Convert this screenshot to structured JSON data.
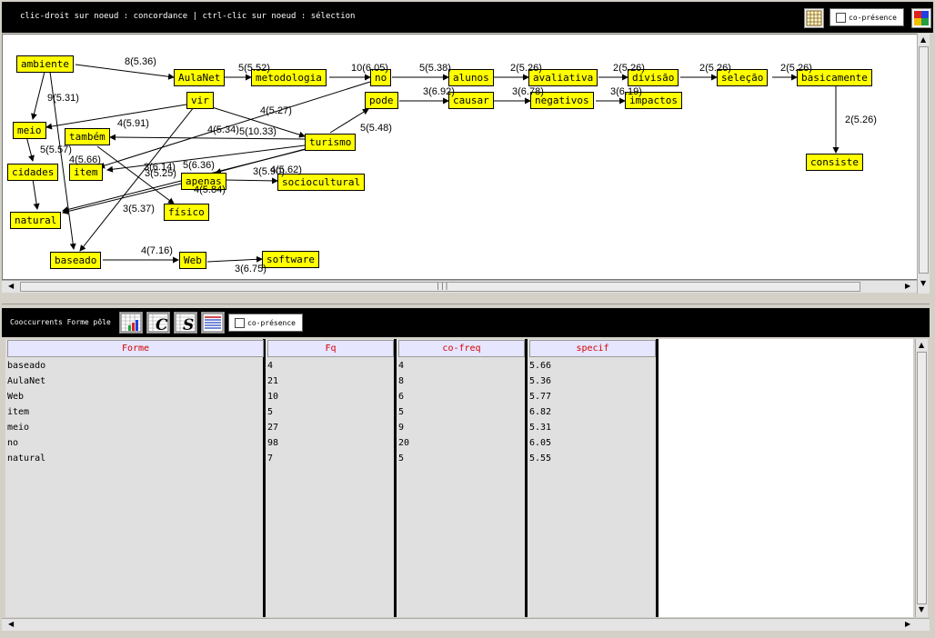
{
  "toolbar": {
    "hint": "clic-droit sur noeud : concordance | ctrl-clic sur noeud : sélection",
    "copresence_label": "co-présence"
  },
  "graph": {
    "nodes": [
      {
        "id": "ambiente",
        "label": "ambiente"
      },
      {
        "id": "AulaNet",
        "label": "AulaNet"
      },
      {
        "id": "metodologia",
        "label": "metodologia"
      },
      {
        "id": "no",
        "label": "no"
      },
      {
        "id": "alunos",
        "label": "alunos"
      },
      {
        "id": "avaliativa",
        "label": "avaliativa"
      },
      {
        "id": "divisao",
        "label": "divisão"
      },
      {
        "id": "selecao",
        "label": "seleção"
      },
      {
        "id": "basicamente",
        "label": "basicamente"
      },
      {
        "id": "vir",
        "label": "vir"
      },
      {
        "id": "pode",
        "label": "pode"
      },
      {
        "id": "causar",
        "label": "causar"
      },
      {
        "id": "negativos",
        "label": "negativos"
      },
      {
        "id": "impactos",
        "label": "impactos"
      },
      {
        "id": "meio",
        "label": "meio"
      },
      {
        "id": "tambem",
        "label": "também"
      },
      {
        "id": "turismo",
        "label": "turismo"
      },
      {
        "id": "cidades",
        "label": "cidades"
      },
      {
        "id": "item",
        "label": "item"
      },
      {
        "id": "apenas",
        "label": "apenas"
      },
      {
        "id": "sociocultural",
        "label": "sociocultural"
      },
      {
        "id": "fisico",
        "label": "físico"
      },
      {
        "id": "natural",
        "label": "natural"
      },
      {
        "id": "consiste",
        "label": "consiste"
      },
      {
        "id": "baseado",
        "label": "baseado"
      },
      {
        "id": "Web",
        "label": "Web"
      },
      {
        "id": "software",
        "label": "software"
      }
    ],
    "edge_labels": [
      "8(5.36)",
      "5(5.52)",
      "10(6.05)",
      "5(5.38)",
      "2(5.26)",
      "2(5.26)",
      "2(5.26)",
      "2(5.26)",
      "9(5.31)",
      "3(6.92)",
      "3(6.78)",
      "3(6.19)",
      "4(5.27)",
      "4(5.91)",
      "5(5.48)",
      "4(5.34)",
      "5(10.33)",
      "2(5.26)",
      "5(5.57)",
      "3(6.14)",
      "3(5.25)",
      "4(5.66)",
      "5(6.36)",
      "3(5.90)",
      "4(5.62)",
      "4(5.84)",
      "3(5.37)",
      "4(7.16)",
      "3(6.75)"
    ]
  },
  "cooccurrents": {
    "title": "Cooccurrents Forme pôle",
    "copresence_label": "co-présence",
    "columns": [
      "Forme",
      "Fq",
      "co-freq",
      "specif"
    ],
    "rows": [
      [
        "baseado",
        "4",
        "4",
        "5.66"
      ],
      [
        "AulaNet",
        "21",
        "8",
        "5.36"
      ],
      [
        "Web",
        "10",
        "6",
        "5.77"
      ],
      [
        "item",
        "5",
        "5",
        "6.82"
      ],
      [
        "meio",
        "27",
        "9",
        "5.31"
      ],
      [
        "no",
        "98",
        "20",
        "6.05"
      ],
      [
        "natural",
        "7",
        "5",
        "5.55"
      ]
    ]
  },
  "icons": [
    "grid-icon",
    "palette-icon",
    "chart-icon",
    "cooccurrence-c-icon",
    "specificity-s-icon",
    "list-icon",
    "scroll-left-icon",
    "scroll-right-icon",
    "scroll-up-icon",
    "scroll-down-icon"
  ]
}
